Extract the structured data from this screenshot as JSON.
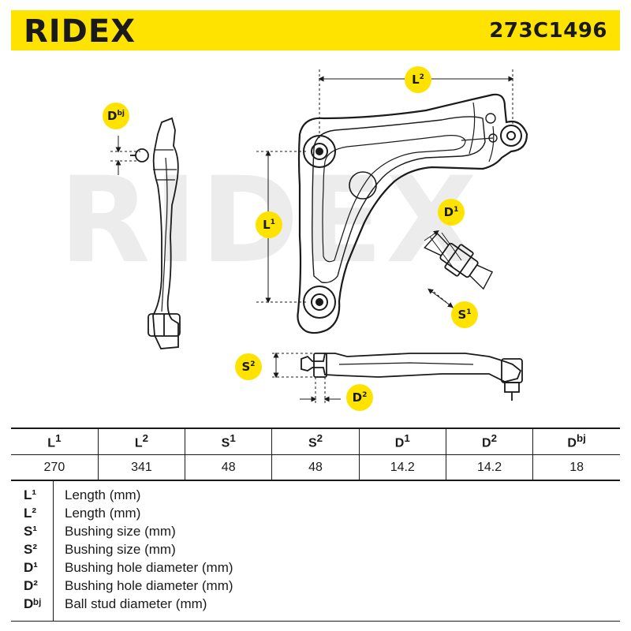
{
  "header": {
    "brand": "RIDEX",
    "part_number": "273C1496"
  },
  "diagram": {
    "watermark": "RIDEX",
    "badges": {
      "dbj": "D",
      "dbj_sup": "bj",
      "l2": "L",
      "l2_sup": "2",
      "l1": "L",
      "l1_sup": "1",
      "d1": "D",
      "d1_sup": "1",
      "s1": "S",
      "s1_sup": "1",
      "s2": "S",
      "s2_sup": "2",
      "d2": "D",
      "d2_sup": "2"
    }
  },
  "spec_table": {
    "headers": [
      {
        "base": "L",
        "sup": "1"
      },
      {
        "base": "L",
        "sup": "2"
      },
      {
        "base": "S",
        "sup": "1"
      },
      {
        "base": "S",
        "sup": "2"
      },
      {
        "base": "D",
        "sup": "1"
      },
      {
        "base": "D",
        "sup": "2"
      },
      {
        "base": "D",
        "sup": "bj"
      }
    ],
    "values": [
      "270",
      "341",
      "48",
      "48",
      "14.2",
      "14.2",
      "18"
    ]
  },
  "legend": [
    {
      "sym": "L¹",
      "desc": "Length (mm)"
    },
    {
      "sym": "L²",
      "desc": "Length (mm)"
    },
    {
      "sym": "S¹",
      "desc": "Bushing size (mm)"
    },
    {
      "sym": "S²",
      "desc": "Bushing size (mm)"
    },
    {
      "sym": "D¹",
      "desc": "Bushing hole diameter (mm)"
    },
    {
      "sym": "D²",
      "desc": "Bushing hole diameter (mm)"
    },
    {
      "sym": "Dᵇʲ",
      "desc": "Ball stud diameter (mm)"
    }
  ],
  "colors": {
    "brand_yellow": "#ffe300",
    "ink": "#1a1a1a",
    "watermark_gray": "#ececec"
  }
}
